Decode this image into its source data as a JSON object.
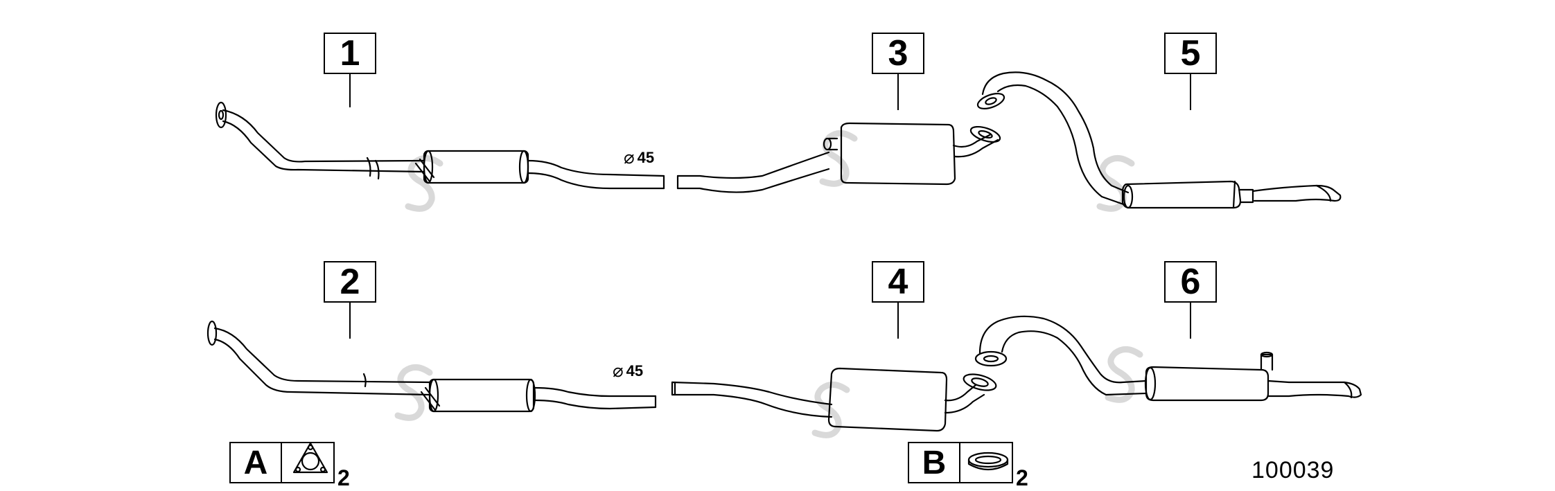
{
  "parts": [
    {
      "num": "1"
    },
    {
      "num": "2"
    },
    {
      "num": "3"
    },
    {
      "num": "4"
    },
    {
      "num": "5"
    },
    {
      "num": "6"
    }
  ],
  "dimensions": {
    "row1": {
      "symbol": "⌀",
      "value": "45"
    },
    "row2": {
      "symbol": "⌀",
      "value": "45"
    }
  },
  "kits": [
    {
      "letter": "A",
      "icon": "three-bolt-flange-gasket-icon",
      "qty": "2"
    },
    {
      "letter": "B",
      "icon": "ring-gasket-icon",
      "qty": "2"
    }
  ],
  "document_number": "100039",
  "colors": {
    "line": "#000000",
    "watermark": "#d9d9d9"
  }
}
